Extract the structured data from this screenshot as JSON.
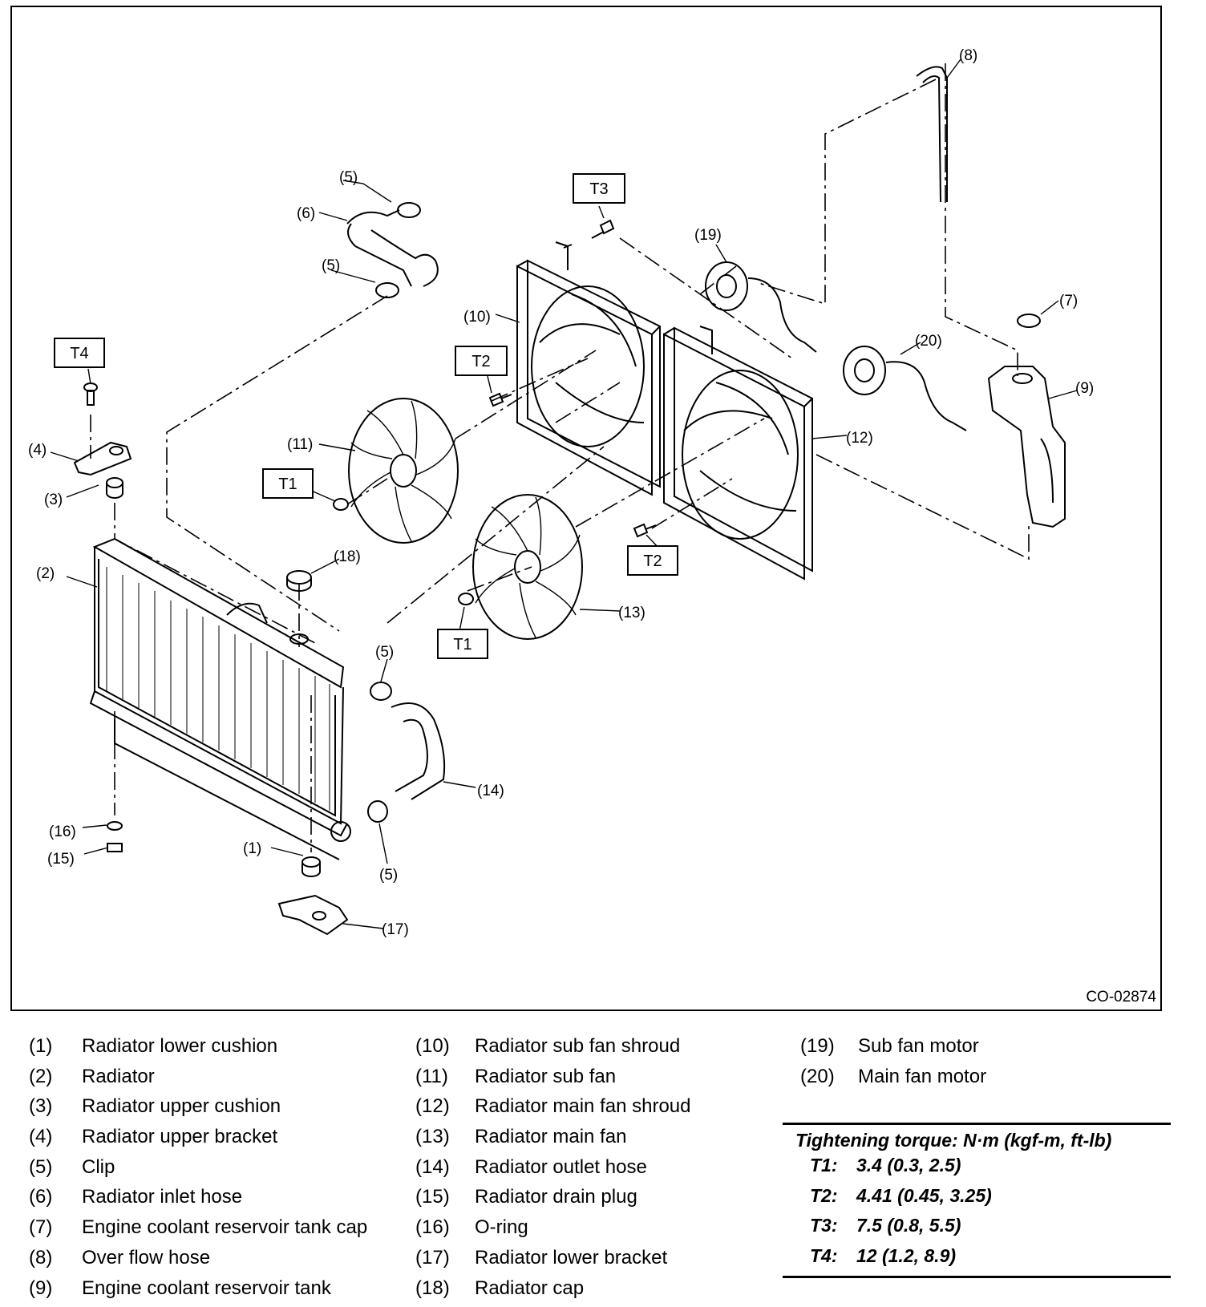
{
  "figure_code": "CO-02874",
  "callouts": {
    "c1": "(1)",
    "c2": "(2)",
    "c3": "(3)",
    "c4": "(4)",
    "c5": "(5)",
    "c6": "(6)",
    "c7": "(7)",
    "c8": "(8)",
    "c9": "(9)",
    "c10": "(10)",
    "c11": "(11)",
    "c12": "(12)",
    "c13": "(13)",
    "c14": "(14)",
    "c15": "(15)",
    "c16": "(16)",
    "c17": "(17)",
    "c18": "(18)",
    "c19": "(19)",
    "c20": "(20)"
  },
  "torque_tags": {
    "t1": "T1",
    "t2": "T2",
    "t3": "T3",
    "t4": "T4"
  },
  "legend": [
    {
      "num": "(1)",
      "name": "Radiator lower cushion"
    },
    {
      "num": "(2)",
      "name": "Radiator"
    },
    {
      "num": "(3)",
      "name": "Radiator upper cushion"
    },
    {
      "num": "(4)",
      "name": "Radiator upper bracket"
    },
    {
      "num": "(5)",
      "name": "Clip"
    },
    {
      "num": "(6)",
      "name": "Radiator inlet hose"
    },
    {
      "num": "(7)",
      "name": "Engine coolant reservoir tank cap"
    },
    {
      "num": "(8)",
      "name": "Over flow hose"
    },
    {
      "num": "(9)",
      "name": "Engine coolant reservoir tank"
    },
    {
      "num": "(10)",
      "name": "Radiator sub fan shroud"
    },
    {
      "num": "(11)",
      "name": "Radiator sub fan"
    },
    {
      "num": "(12)",
      "name": "Radiator main fan shroud"
    },
    {
      "num": "(13)",
      "name": "Radiator main fan"
    },
    {
      "num": "(14)",
      "name": "Radiator outlet hose"
    },
    {
      "num": "(15)",
      "name": "Radiator drain plug"
    },
    {
      "num": "(16)",
      "name": "O-ring"
    },
    {
      "num": "(17)",
      "name": "Radiator lower bracket"
    },
    {
      "num": "(18)",
      "name": "Radiator cap"
    },
    {
      "num": "(19)",
      "name": "Sub fan motor"
    },
    {
      "num": "(20)",
      "name": "Main fan motor"
    }
  ],
  "torque": {
    "title": "Tightening torque: N·m (kgf-m, ft-lb)",
    "rows": [
      {
        "key": "T1:",
        "value": "3.4 (0.3, 2.5)"
      },
      {
        "key": "T2:",
        "value": "4.41 (0.45, 3.25)"
      },
      {
        "key": "T3:",
        "value": "7.5 (0.8, 5.5)"
      },
      {
        "key": "T4:",
        "value": "12 (1.2, 8.9)"
      }
    ]
  }
}
